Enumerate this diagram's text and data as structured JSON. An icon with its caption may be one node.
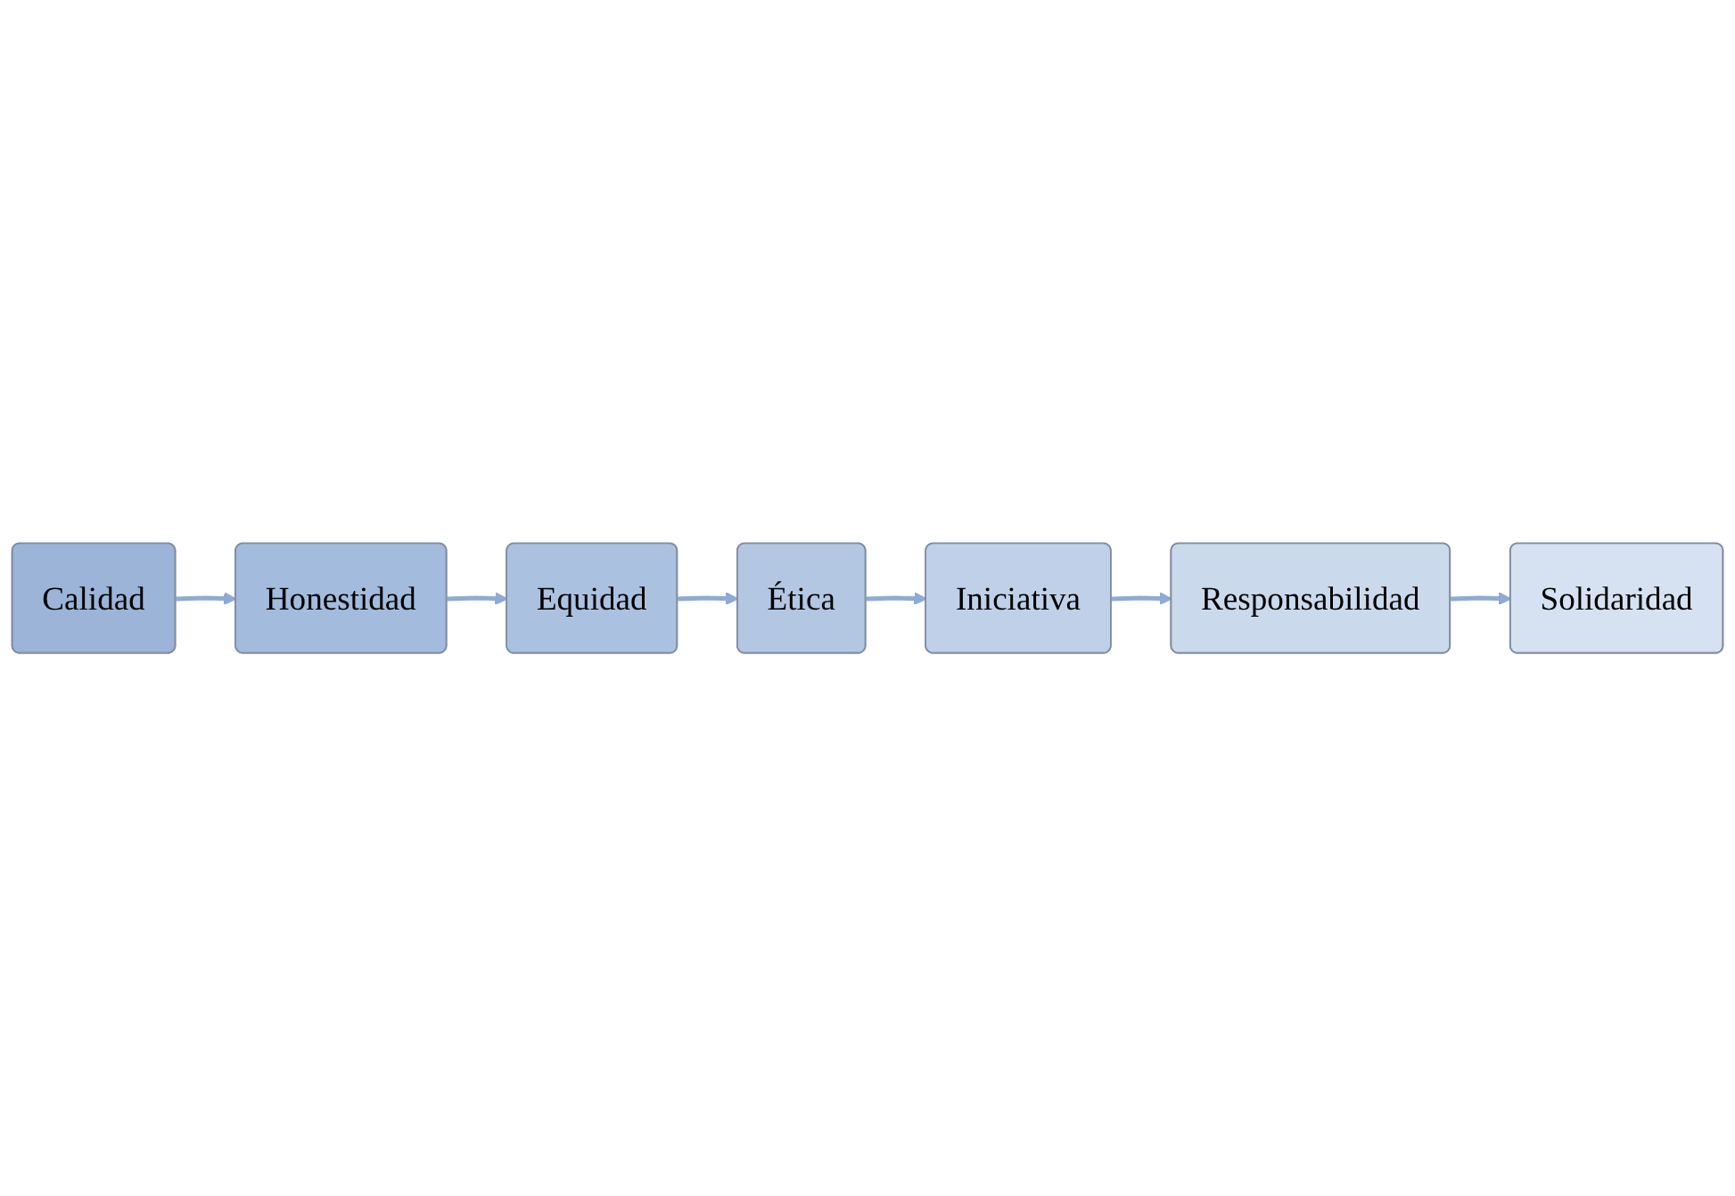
{
  "diagram": {
    "nodes": [
      {
        "text": [
          "Calidad"
        ]
      },
      {
        "text": [
          "Honestidad"
        ]
      },
      {
        "text": [
          "Equidad"
        ]
      },
      {
        "text": [
          "Ética"
        ]
      },
      {
        "text": [
          "Iniciativa"
        ]
      },
      {
        "text": [
          "Responsabilidad"
        ]
      },
      {
        "text": [
          "Solidaridad"
        ]
      }
    ],
    "edges": [
      {
        "from": 0,
        "to": 1,
        "arrow": "to"
      },
      {
        "from": 1,
        "to": 2,
        "arrow": "to"
      },
      {
        "from": 2,
        "to": 3,
        "arrow": "to"
      },
      {
        "from": 3,
        "to": 4,
        "arrow": "to"
      },
      {
        "from": 4,
        "to": 5,
        "arrow": "to"
      },
      {
        "from": 5,
        "to": 6,
        "arrow": "to"
      }
    ]
  }
}
